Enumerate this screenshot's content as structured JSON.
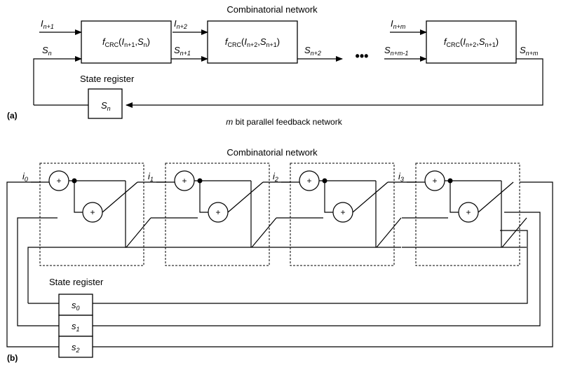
{
  "part_a": {
    "panel_label": "(a)",
    "title": "Combinatorial network",
    "inputs": [
      {
        "base": "I",
        "sub": "n+1"
      },
      {
        "base": "I",
        "sub": "n+2"
      },
      {
        "base": "I",
        "sub": "n+m"
      }
    ],
    "states": [
      {
        "base": "S",
        "sub": "n"
      },
      {
        "base": "S",
        "sub": "n+1"
      },
      {
        "base": "S",
        "sub": "n+2"
      },
      {
        "base": "S",
        "sub": "n+m-1"
      },
      {
        "base": "S",
        "sub": "n+m"
      }
    ],
    "blocks": [
      {
        "func": "f",
        "func_sub": "CRC",
        "args_a_base": "I",
        "args_a_sub": "n+1",
        "args_b_base": "S",
        "args_b_sub": "n"
      },
      {
        "func": "f",
        "func_sub": "CRC",
        "args_a_base": "I",
        "args_a_sub": "n+2",
        "args_b_base": "S",
        "args_b_sub": "n+1"
      },
      {
        "func": "f",
        "func_sub": "CRC",
        "args_a_base": "I",
        "args_a_sub": "n+2",
        "args_b_base": "S",
        "args_b_sub": "n+1"
      }
    ],
    "ellipsis": "•••",
    "state_register_label": "State register",
    "register_content": {
      "base": "S",
      "sub": "n"
    },
    "feedback_label_var": "m",
    "feedback_label_rest": " bit parallel feedback network"
  },
  "part_b": {
    "panel_label": "(b)",
    "title": "Combinatorial network",
    "inputs": [
      {
        "base": "i",
        "sub": "0"
      },
      {
        "base": "i",
        "sub": "1"
      },
      {
        "base": "i",
        "sub": "2"
      },
      {
        "base": "i",
        "sub": "3"
      }
    ],
    "adder_symbol": "+",
    "state_register_label": "State register",
    "registers": [
      {
        "base": "s",
        "sub": "0"
      },
      {
        "base": "s",
        "sub": "1"
      },
      {
        "base": "s",
        "sub": "2"
      }
    ]
  }
}
